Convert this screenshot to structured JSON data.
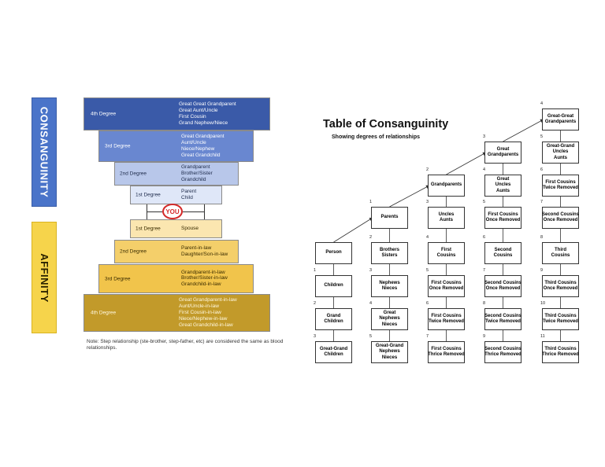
{
  "left": {
    "consanguinity_label": "CONSANGUINITY",
    "affinity_label": "AFFINITY",
    "you_label": "YOU",
    "note": "Note: Step relationship (ste-brother, step-father, etc) are considered the same as blood relationships.",
    "colors": {
      "cons_dark": "#3a5aa8",
      "cons_mid": "#6987d0",
      "cons_light": "#b8c7ea",
      "aff_light": "#fbe6b0",
      "aff_mid": "#f4cf6a",
      "aff_dark": "#c29a2a",
      "you_circle": "#d42a2a"
    },
    "consanguinity": [
      {
        "degree": "4th Degree",
        "relations": [
          "Great Great Grandparent",
          "Great Aunt/Uncle",
          "First Cousin",
          "Grand Nephew/Niece"
        ]
      },
      {
        "degree": "3rd Degree",
        "relations": [
          "Great Grandparent",
          "Aunt/Uncle",
          "Niece/Nephew",
          "Great Grandchild"
        ]
      },
      {
        "degree": "2nd Degree",
        "relations": [
          "Grandparent",
          "Brother/Sister",
          "Grandchild"
        ]
      },
      {
        "degree": "1st Degree",
        "relations": [
          "Parent",
          "Child"
        ]
      }
    ],
    "affinity": [
      {
        "degree": "1st Degree",
        "relations": [
          "Spouse"
        ]
      },
      {
        "degree": "2nd Degree",
        "relations": [
          "Parent-in-law",
          "Daughter/Son-in-law"
        ]
      },
      {
        "degree": "3rd Degree",
        "relations": [
          "Grandparent-in-law",
          "Brother/Sister-in-law",
          "Grandchild-in-law"
        ]
      },
      {
        "degree": "4th Degree",
        "relations": [
          "Great Grandparent-in-law",
          "Aunt/Uncle-in-law",
          "First Cousin-in-law",
          "Niece/Nephew-in-law",
          "Great Grandchild-in-law"
        ]
      }
    ]
  },
  "right": {
    "title": "Table of Consanguinity",
    "subtitle": "Showing degrees of relationships",
    "columns": [
      [
        {
          "num": "",
          "lines": [
            "Person"
          ]
        },
        {
          "num": "1",
          "lines": [
            "Children"
          ]
        },
        {
          "num": "2",
          "lines": [
            "Grand",
            "Children"
          ]
        },
        {
          "num": "3",
          "lines": [
            "Great-Grand",
            "Children"
          ]
        }
      ],
      [
        {
          "num": "1",
          "lines": [
            "Parents"
          ]
        },
        {
          "num": "2",
          "lines": [
            "Brothers",
            "Sisters"
          ]
        },
        {
          "num": "3",
          "lines": [
            "Nephews",
            "Nieces"
          ]
        },
        {
          "num": "4",
          "lines": [
            "Great",
            "Nephews",
            "Nieces"
          ]
        },
        {
          "num": "5",
          "lines": [
            "Great-Grand",
            "Nephews",
            "Nieces"
          ]
        }
      ],
      [
        {
          "num": "2",
          "lines": [
            "Grandparents"
          ]
        },
        {
          "num": "3",
          "lines": [
            "Uncles",
            "Aunts"
          ]
        },
        {
          "num": "4",
          "lines": [
            "First",
            "Cousins"
          ]
        },
        {
          "num": "5",
          "lines": [
            "First Cousins",
            "Once Removed"
          ]
        },
        {
          "num": "6",
          "lines": [
            "First Cousins",
            "Twice Removed"
          ]
        },
        {
          "num": "7",
          "lines": [
            "First Cousins",
            "Thrice Removed"
          ]
        }
      ],
      [
        {
          "num": "3",
          "lines": [
            "Great",
            "Grandparents"
          ]
        },
        {
          "num": "4",
          "lines": [
            "Great",
            "Uncles",
            "Aunts"
          ]
        },
        {
          "num": "5",
          "lines": [
            "First Cousins",
            "Once Removed"
          ]
        },
        {
          "num": "6",
          "lines": [
            "Second",
            "Cousins"
          ]
        },
        {
          "num": "7",
          "lines": [
            "Second Cousins",
            "Once Removed"
          ]
        },
        {
          "num": "8",
          "lines": [
            "Second Cousins",
            "Twice Removed"
          ]
        },
        {
          "num": "9",
          "lines": [
            "Second Cousins",
            "Thrice Removed"
          ]
        }
      ],
      [
        {
          "num": "4",
          "lines": [
            "Great-Great",
            "Grandparents"
          ]
        },
        {
          "num": "5",
          "lines": [
            "Great-Grand",
            "Uncles",
            "Aunts"
          ]
        },
        {
          "num": "6",
          "lines": [
            "First Cousins",
            "Twice Removed"
          ]
        },
        {
          "num": "7",
          "lines": [
            "Second Cousins",
            "Once Removed"
          ]
        },
        {
          "num": "8",
          "lines": [
            "Third",
            "Cousins"
          ]
        },
        {
          "num": "9",
          "lines": [
            "Third Cousins",
            "Once Removed"
          ]
        },
        {
          "num": "10",
          "lines": [
            "Third Cousins",
            "Twice Removed"
          ]
        },
        {
          "num": "11",
          "lines": [
            "Third Cousins",
            "Thrice Removed"
          ]
        }
      ]
    ]
  }
}
